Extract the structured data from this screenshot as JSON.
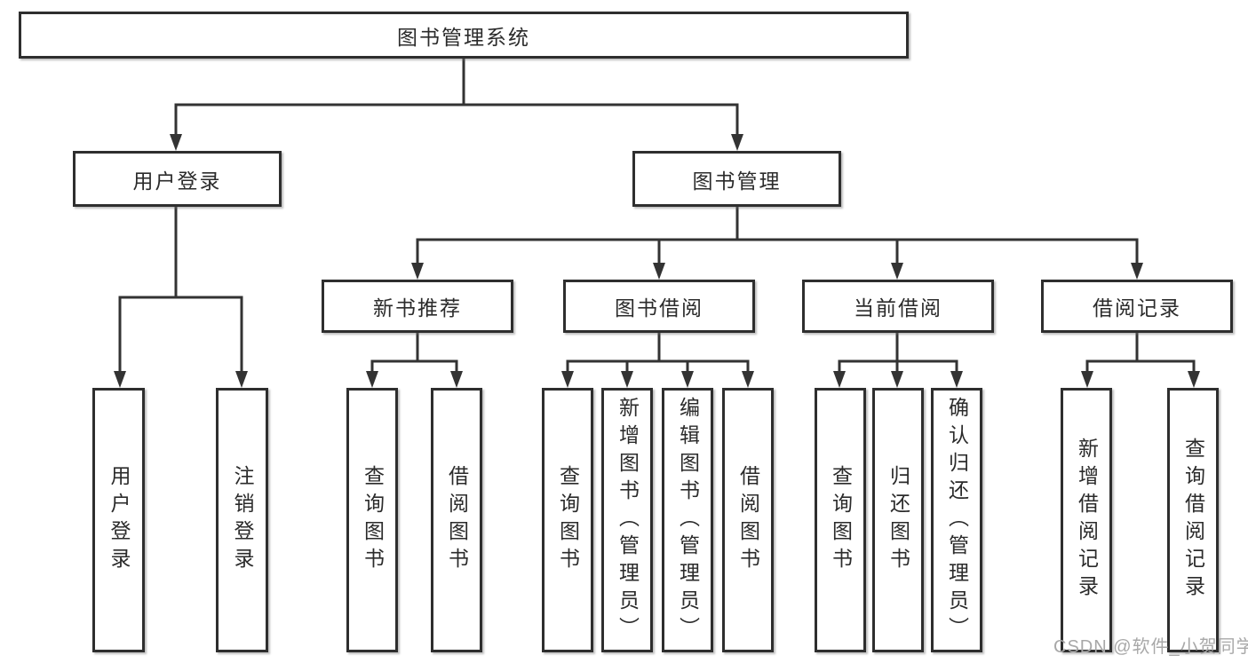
{
  "page": {
    "background": "#ffffff",
    "line_color": "#333333",
    "box_border_color": "#2e2e2e",
    "text_color": "#2b2b2b"
  },
  "watermark": {
    "text": "CSDN @软件_小贺同学",
    "color": "#a8a8a8"
  },
  "tree": {
    "root": {
      "label": "图书管理系统"
    },
    "branches": [
      {
        "label": "用户登录",
        "children": [
          {
            "label": "用户登录"
          },
          {
            "label": "注销登录"
          }
        ]
      },
      {
        "label": "图书管理",
        "children": [
          {
            "label": "新书推荐",
            "children": [
              {
                "label": "查询图书"
              },
              {
                "label": "借阅图书"
              }
            ]
          },
          {
            "label": "图书借阅",
            "children": [
              {
                "label": "查询图书"
              },
              {
                "label": "新增图书（管理员）"
              },
              {
                "label": "编辑图书（管理员）"
              },
              {
                "label": "借阅图书"
              }
            ]
          },
          {
            "label": "当前借阅",
            "children": [
              {
                "label": "查询图书"
              },
              {
                "label": "归还图书"
              },
              {
                "label": "确认归还（管理员）"
              }
            ]
          },
          {
            "label": "借阅记录",
            "children": [
              {
                "label": "新增借阅记录"
              },
              {
                "label": "查询借阅记录"
              }
            ]
          }
        ]
      }
    ]
  }
}
